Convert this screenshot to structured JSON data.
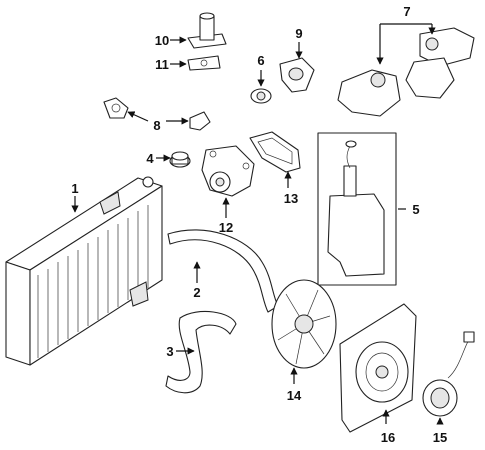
{
  "callouts": [
    {
      "id": "radiator",
      "label": "1"
    },
    {
      "id": "upper-hose",
      "label": "2"
    },
    {
      "id": "lower-hose",
      "label": "3"
    },
    {
      "id": "radiator-cap",
      "label": "4"
    },
    {
      "id": "coolant-reservoir",
      "label": "5"
    },
    {
      "id": "thermostat",
      "label": "6"
    },
    {
      "id": "thermostat-housing",
      "label": "7"
    },
    {
      "id": "gaskets",
      "label": "8"
    },
    {
      "id": "water-outlet",
      "label": "9"
    },
    {
      "id": "water-outlet-upper",
      "label": "10"
    },
    {
      "id": "outlet-gasket",
      "label": "11"
    },
    {
      "id": "water-pump",
      "label": "12"
    },
    {
      "id": "pump-gasket",
      "label": "13"
    },
    {
      "id": "fan-blade",
      "label": "14"
    },
    {
      "id": "fan-motor",
      "label": "15"
    },
    {
      "id": "fan-shroud",
      "label": "16"
    }
  ],
  "colors": {
    "line": "#222222",
    "background": "#ffffff",
    "shade": "#e6e6e6"
  }
}
